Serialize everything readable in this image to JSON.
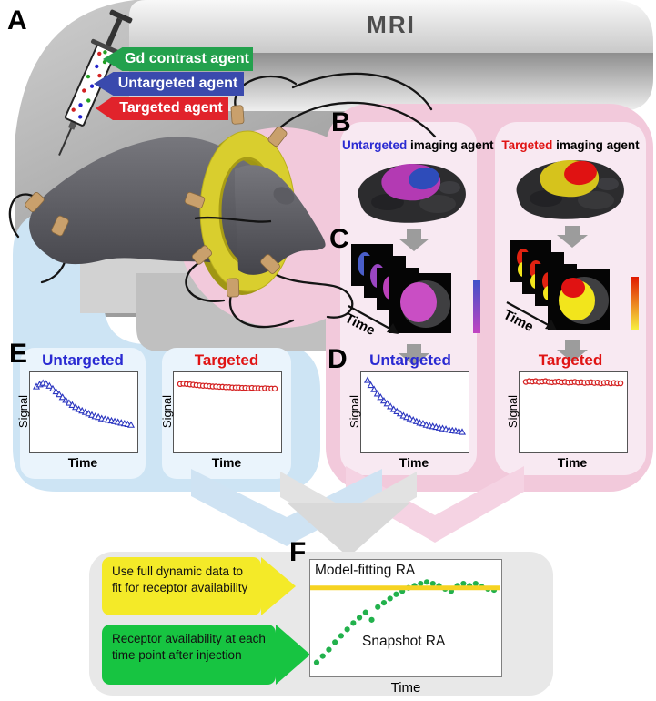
{
  "mri": {
    "title": "MRI"
  },
  "panels": {
    "a": {
      "letter": "A",
      "tags": [
        {
          "text": "Gd contrast agent",
          "color": "#23a14d"
        },
        {
          "text": "Untargeted agent",
          "color": "#3a4aad"
        },
        {
          "text": "Targeted agent",
          "color": "#e1232b"
        }
      ]
    },
    "b": {
      "letter": "B",
      "columns": [
        {
          "em": "Untargeted",
          "rest": " imaging agent",
          "em_color": "#2a2ad2"
        },
        {
          "em": "Targeted",
          "rest": " imaging agent",
          "em_color": "#e01414"
        }
      ]
    },
    "c": {
      "letter": "C",
      "time_label": "Time"
    },
    "d": {
      "letter": "D"
    },
    "e": {
      "letter": "E"
    },
    "f": {
      "letter": "F",
      "callouts": [
        {
          "text": "Use full dynamic data to fit for receptor availability",
          "color": "#f4ea28"
        },
        {
          "text": "Receptor availability at each time point after injection",
          "color": "#17c441"
        }
      ],
      "model_line_label": "Model-fitting RA",
      "snapshot_label": "Snapshot RA",
      "xlabel": "Time"
    }
  },
  "chart_data": [
    {
      "id": "d-untargeted",
      "type": "scatter",
      "title": "Untargeted",
      "title_color": "#2a2ad2",
      "xlabel": "Time",
      "ylabel": "Signal",
      "marker": "triangle-open",
      "color": "#2b36c0",
      "x": "uniform",
      "ylim": [
        0,
        1
      ],
      "y": [
        0.95,
        0.88,
        0.82,
        0.76,
        0.71,
        0.66,
        0.62,
        0.58,
        0.54,
        0.51,
        0.48,
        0.45,
        0.43,
        0.41,
        0.39,
        0.37,
        0.35,
        0.34,
        0.32,
        0.31,
        0.3,
        0.29,
        0.28,
        0.27,
        0.26,
        0.25,
        0.24,
        0.235,
        0.23,
        0.22
      ]
    },
    {
      "id": "d-targeted",
      "type": "scatter",
      "title": "Targeted",
      "title_color": "#e01414",
      "xlabel": "Time",
      "ylabel": "Signal",
      "marker": "circle-open",
      "color": "#d42020",
      "x": "uniform",
      "ylim": [
        0,
        1
      ],
      "y": [
        0.93,
        0.94,
        0.935,
        0.94,
        0.93,
        0.935,
        0.94,
        0.93,
        0.925,
        0.93,
        0.935,
        0.925,
        0.93,
        0.92,
        0.925,
        0.93,
        0.92,
        0.925,
        0.915,
        0.92,
        0.925,
        0.915,
        0.92,
        0.91,
        0.915,
        0.92,
        0.91,
        0.915,
        0.91,
        0.91
      ]
    },
    {
      "id": "e-untargeted",
      "type": "scatter",
      "title": "Untargeted",
      "title_color": "#2a2ad2",
      "xlabel": "Time",
      "ylabel": "Signal",
      "marker": "triangle-open",
      "color": "#2b36c0",
      "x": "uniform",
      "ylim": [
        0,
        1
      ],
      "y": [
        0.86,
        0.89,
        0.91,
        0.9,
        0.87,
        0.83,
        0.79,
        0.75,
        0.71,
        0.67,
        0.63,
        0.6,
        0.57,
        0.54,
        0.52,
        0.5,
        0.48,
        0.46,
        0.44,
        0.43,
        0.41,
        0.4,
        0.39,
        0.38,
        0.37,
        0.36,
        0.35,
        0.34,
        0.33,
        0.32
      ]
    },
    {
      "id": "e-targeted",
      "type": "scatter",
      "title": "Targeted",
      "title_color": "#e01414",
      "xlabel": "Time",
      "ylabel": "Signal",
      "marker": "circle-open",
      "color": "#d42020",
      "x": "uniform",
      "ylim": [
        0,
        1
      ],
      "y": [
        0.9,
        0.905,
        0.9,
        0.895,
        0.89,
        0.885,
        0.88,
        0.875,
        0.875,
        0.87,
        0.865,
        0.865,
        0.86,
        0.86,
        0.855,
        0.855,
        0.85,
        0.85,
        0.85,
        0.845,
        0.845,
        0.84,
        0.845,
        0.84,
        0.84,
        0.835,
        0.84,
        0.835,
        0.835,
        0.835
      ]
    },
    {
      "id": "f-ra",
      "type": "scatter",
      "xlabel": "Time",
      "ylim": [
        0,
        1
      ],
      "series": [
        {
          "name": "Snapshot RA",
          "marker": "circle",
          "color": "#22b14c",
          "x": "uniform",
          "y": [
            0.08,
            0.14,
            0.2,
            0.27,
            0.33,
            0.39,
            0.45,
            0.5,
            0.55,
            0.48,
            0.6,
            0.64,
            0.68,
            0.72,
            0.75,
            0.78,
            0.8,
            0.82,
            0.835,
            0.82,
            0.8,
            0.77,
            0.75,
            0.8,
            0.82,
            0.8,
            0.82,
            0.79,
            0.77,
            0.76
          ]
        },
        {
          "name": "Model-fitting RA",
          "style": "hline",
          "color": "#f6d322",
          "y": 0.78
        }
      ]
    }
  ]
}
